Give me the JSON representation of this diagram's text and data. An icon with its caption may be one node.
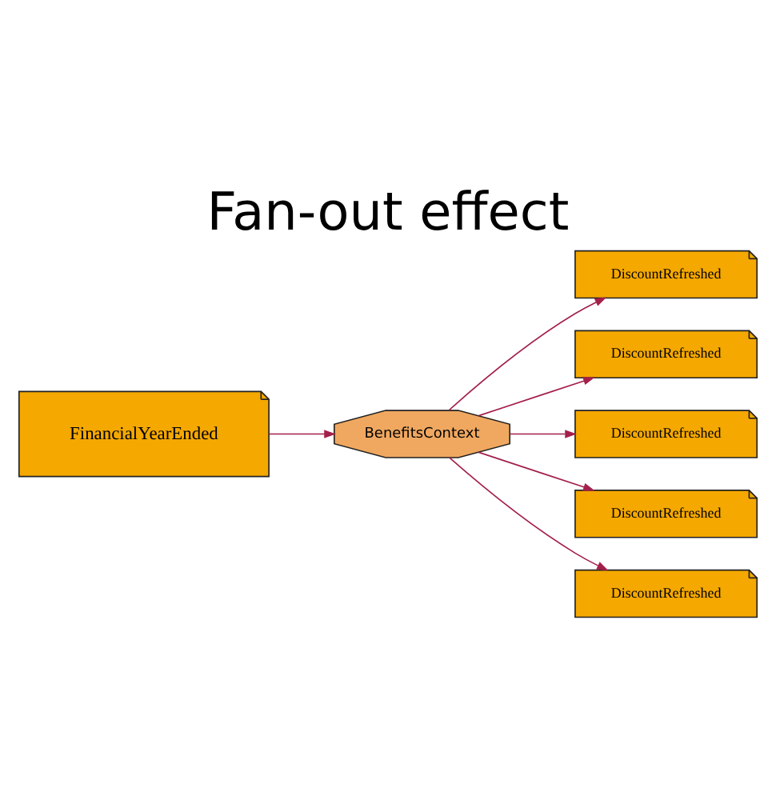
{
  "diagram": {
    "title": "Fan-out effect",
    "nodes": [
      {
        "text": [
          "FinancialYearEnded"
        ]
      },
      {
        "text": [
          "BenefitsContext"
        ]
      },
      {
        "text": [
          "DiscountRefreshed"
        ]
      },
      {
        "text": [
          "DiscountRefreshed"
        ]
      },
      {
        "text": [
          "DiscountRefreshed"
        ]
      },
      {
        "text": [
          "DiscountRefreshed"
        ]
      },
      {
        "text": [
          "DiscountRefreshed"
        ]
      }
    ],
    "edges": [
      {
        "from": 0,
        "to": 1,
        "arrow": "to"
      },
      {
        "from": 1,
        "to": 2,
        "arrow": "to"
      },
      {
        "from": 1,
        "to": 3,
        "arrow": "to"
      },
      {
        "from": 1,
        "to": 4,
        "arrow": "to"
      },
      {
        "from": 1,
        "to": 5,
        "arrow": "to"
      },
      {
        "from": 1,
        "to": 6,
        "arrow": "to"
      }
    ]
  }
}
